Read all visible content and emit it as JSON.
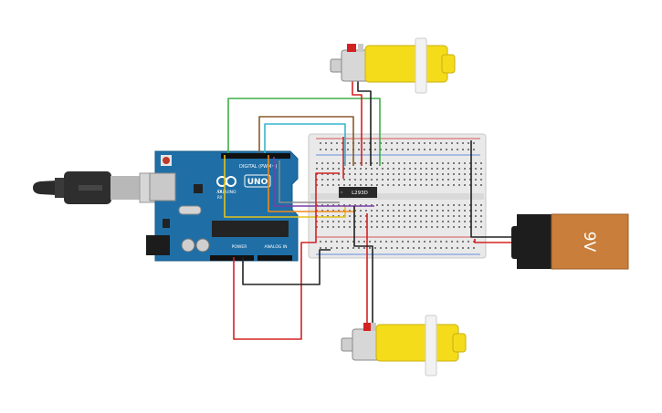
{
  "arduino": {
    "brand": "ARDUINO",
    "model": "UNO",
    "digital_header_label": "DIGITAL (PWM~)",
    "power_label": "POWER",
    "analog_label": "ANALOG IN",
    "tx_label": "TX",
    "rx_label": "RX",
    "board_color": "#1f6fa6"
  },
  "driver_chip": {
    "label": "L293D"
  },
  "battery": {
    "label": "9V",
    "body_color": "#c97e3b",
    "cap_color": "#222222"
  },
  "motors": [
    {
      "name": "motor-top",
      "body_color": "#f4dc1b"
    },
    {
      "name": "motor-bottom",
      "body_color": "#f4dc1b"
    }
  ],
  "wire_colors": {
    "red": "#d32222",
    "black": "#222222",
    "green": "#3fae4a",
    "brown": "#8a5a2b",
    "cyan": "#36b6cf",
    "yellow": "#e4c31b",
    "orange": "#f08a1c",
    "purple": "#7b3fa8",
    "grey": "#8c8c8c"
  }
}
